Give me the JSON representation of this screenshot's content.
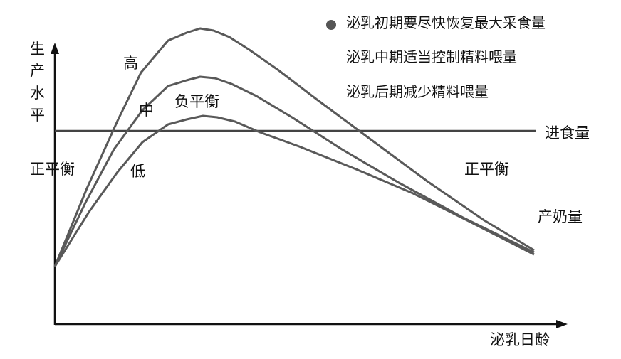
{
  "colors": {
    "curve": "#595959",
    "axis": "#111111",
    "bullet": "#555555"
  },
  "y_label": [
    "生",
    "产",
    "水",
    "平"
  ],
  "x_label": "泌乳日龄",
  "curve_labels": {
    "high": "高",
    "mid": "中",
    "low": "低"
  },
  "region_labels": {
    "left": "正平衡",
    "middle": "负平衡",
    "right": "正平衡"
  },
  "intake_label": "进食量",
  "milk_label": "产奶量",
  "notes": [
    "泌乳初期要尽快恢复最大采食量",
    "泌乳中期适当控制精料喂量",
    "泌乳后期减少精料喂量"
  ]
}
